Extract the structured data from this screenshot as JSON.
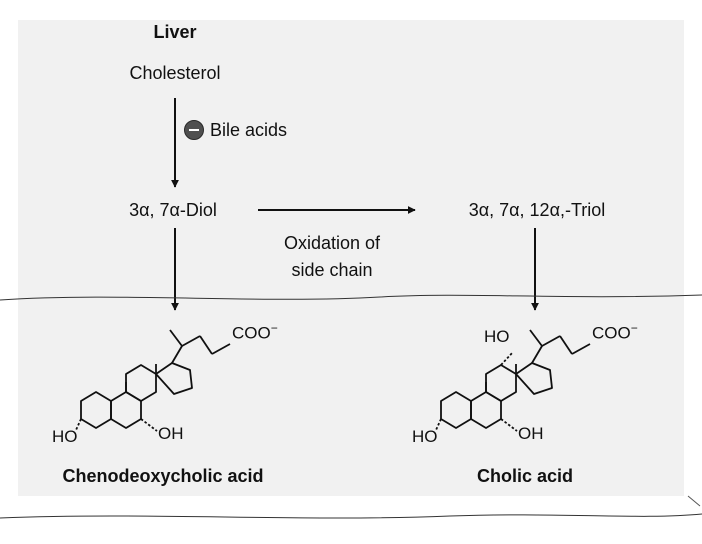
{
  "organ": "Liver",
  "nodes": {
    "cholesterol": "Cholesterol",
    "diol": "3α, 7α-Diol",
    "triol": "3α, 7α, 12α,-Triol"
  },
  "inhibition": {
    "symbol": "minus-circle-icon",
    "label": "Bile acids"
  },
  "step_label": {
    "line1": "Oxidation of",
    "line2": "side chain"
  },
  "left_molecule": {
    "name": "Chenodeoxycholic acid",
    "carboxyl": "COO",
    "charge": "−",
    "hydroxyl_3": "HO",
    "hydroxyl_7": "OH"
  },
  "right_molecule": {
    "name": "Cholic acid",
    "carboxyl": "COO",
    "charge": "−",
    "hydroxyl_3": "HO",
    "hydroxyl_7": "OH",
    "hydroxyl_12": "HO"
  },
  "colors": {
    "panel": "#f1f1f1",
    "ink": "#111111"
  }
}
